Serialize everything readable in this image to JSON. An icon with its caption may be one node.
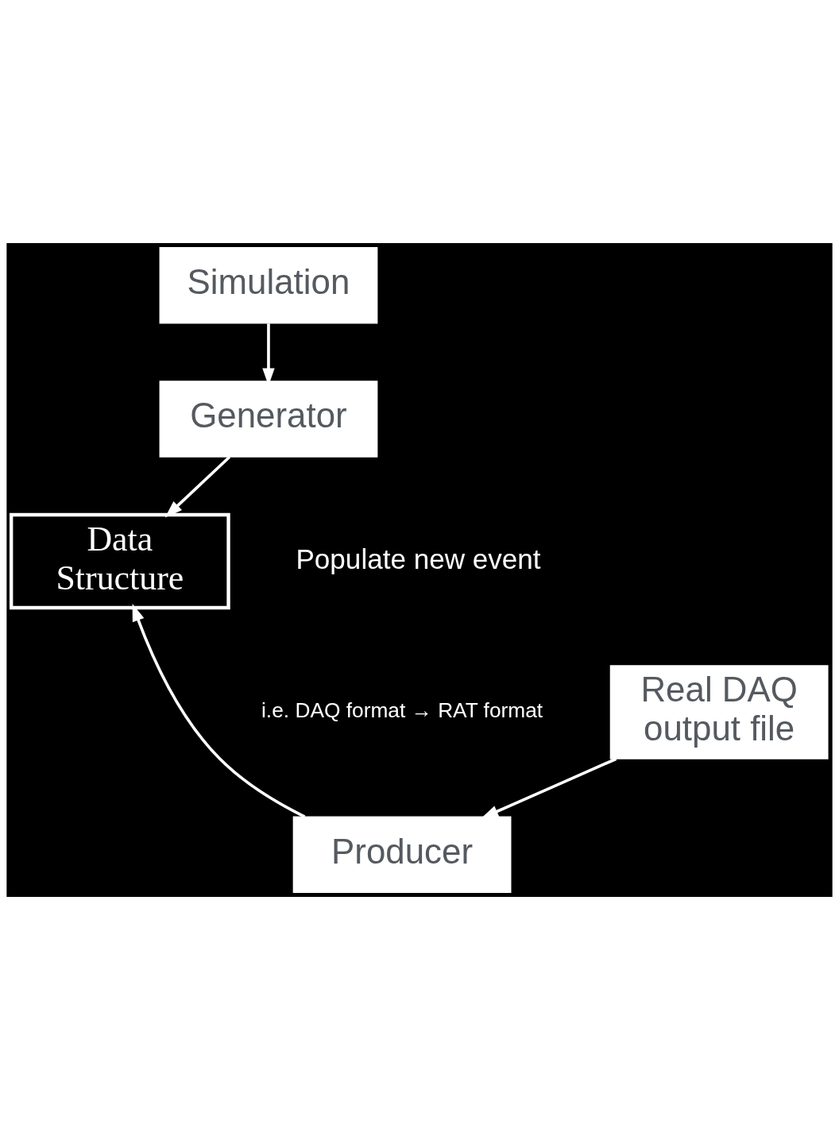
{
  "diagram": {
    "nodes": [
      {
        "text": [
          "Simulation"
        ]
      },
      {
        "text": [
          "Generator"
        ]
      },
      {
        "text": [
          "Data Structure"
        ]
      },
      {
        "text": [
          "Producer"
        ]
      },
      {
        "text": [
          "Real DAQ output file"
        ]
      }
    ],
    "edges": [
      {
        "from": 0,
        "to": 1,
        "arrow": "to"
      },
      {
        "from": 1,
        "to": 2,
        "arrow": "to"
      },
      {
        "from": 3,
        "to": 2,
        "arrow": "to"
      },
      {
        "from": 4,
        "to": 3,
        "arrow": "to"
      }
    ],
    "labels": [
      "Populate new event",
      "i.e. DAQ format → RAT format"
    ]
  }
}
